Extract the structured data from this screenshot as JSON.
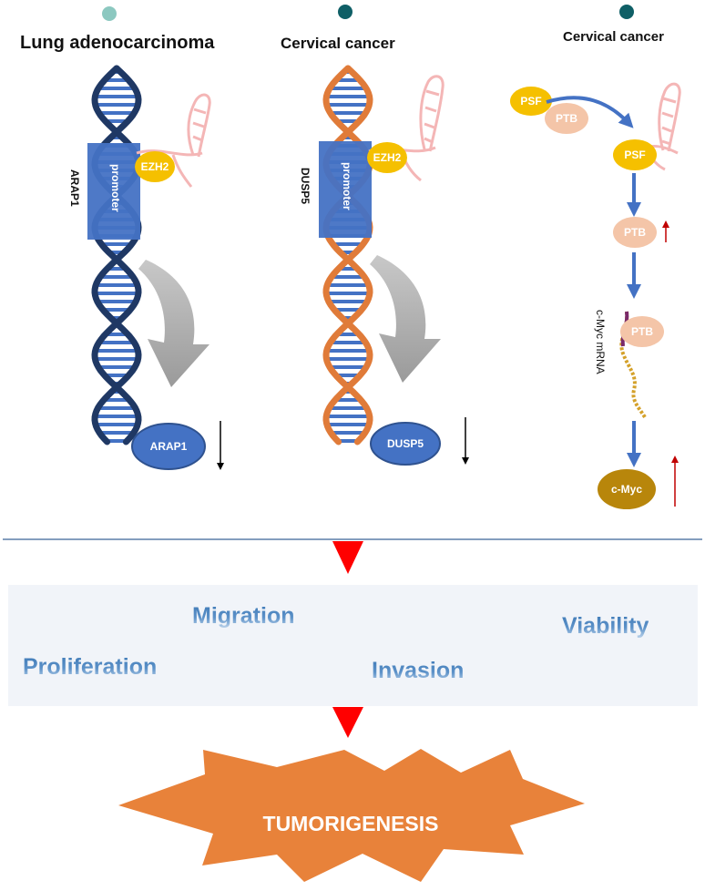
{
  "titles": {
    "lung": "Lung adenocarcinoma",
    "cervical_1": "Cervical cancer",
    "cervical_2": "Cervical cancer"
  },
  "panel_lung": {
    "gene": "ARAP1",
    "promoter": "promoter",
    "protein": "EZH2",
    "product": "ARAP1",
    "dna_color": "#1f3864"
  },
  "panel_cervical": {
    "gene": "DUSP5",
    "promoter": "promoter",
    "protein": "EZH2",
    "product": "DUSP5",
    "dna_color": "#e07b39"
  },
  "panel_pathway": {
    "psf_top": "PSF",
    "ptb_top": "PTB",
    "psf_bound": "PSF",
    "ptb_mid": "PTB",
    "mrna_label": "c-Myc mRNA",
    "ptb_on_mrna": "PTB",
    "c_myc": "c-Myc"
  },
  "outcomes": {
    "migration": "Migration",
    "viability": "Viability",
    "proliferation": "Proliferation",
    "invasion": "Invasion"
  },
  "result": "TUMORIGENESIS",
  "colors": {
    "promoter_box": "#4472c4",
    "ezh2": "#f5c000",
    "ptb": "#f4c5a8",
    "c_myc": "#b8860b",
    "lncrna": "#f4b6b6",
    "down_arrow": "#000000",
    "up_arrow": "#c00000",
    "starburst": "#e8823a",
    "triangle": "#ff0000",
    "separator": "#5b7fa8"
  }
}
